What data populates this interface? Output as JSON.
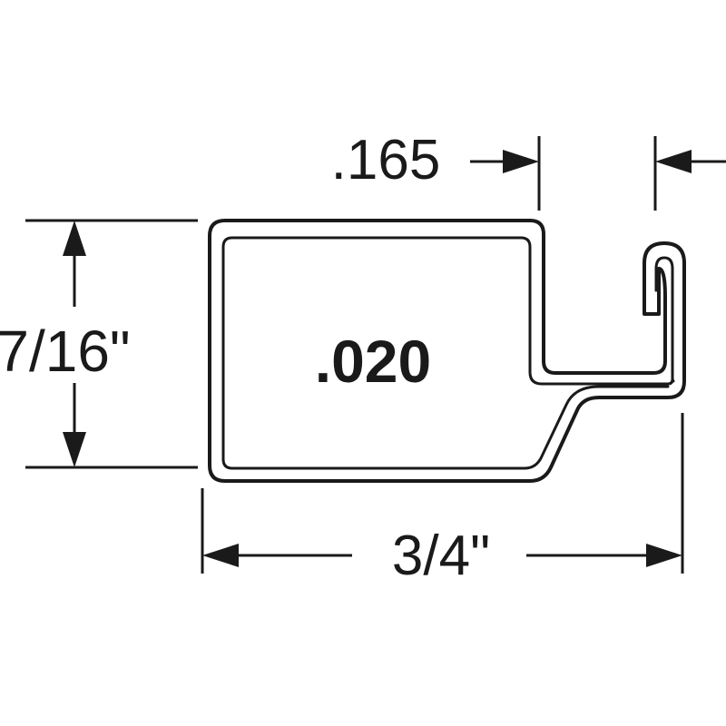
{
  "diagram": {
    "thickness_label": ".020",
    "height_label": "7/16\"",
    "width_label": "3/4\"",
    "hook_gap_label": ".165",
    "line_color": "#1a1a1a",
    "background_color": "#ffffff"
  }
}
